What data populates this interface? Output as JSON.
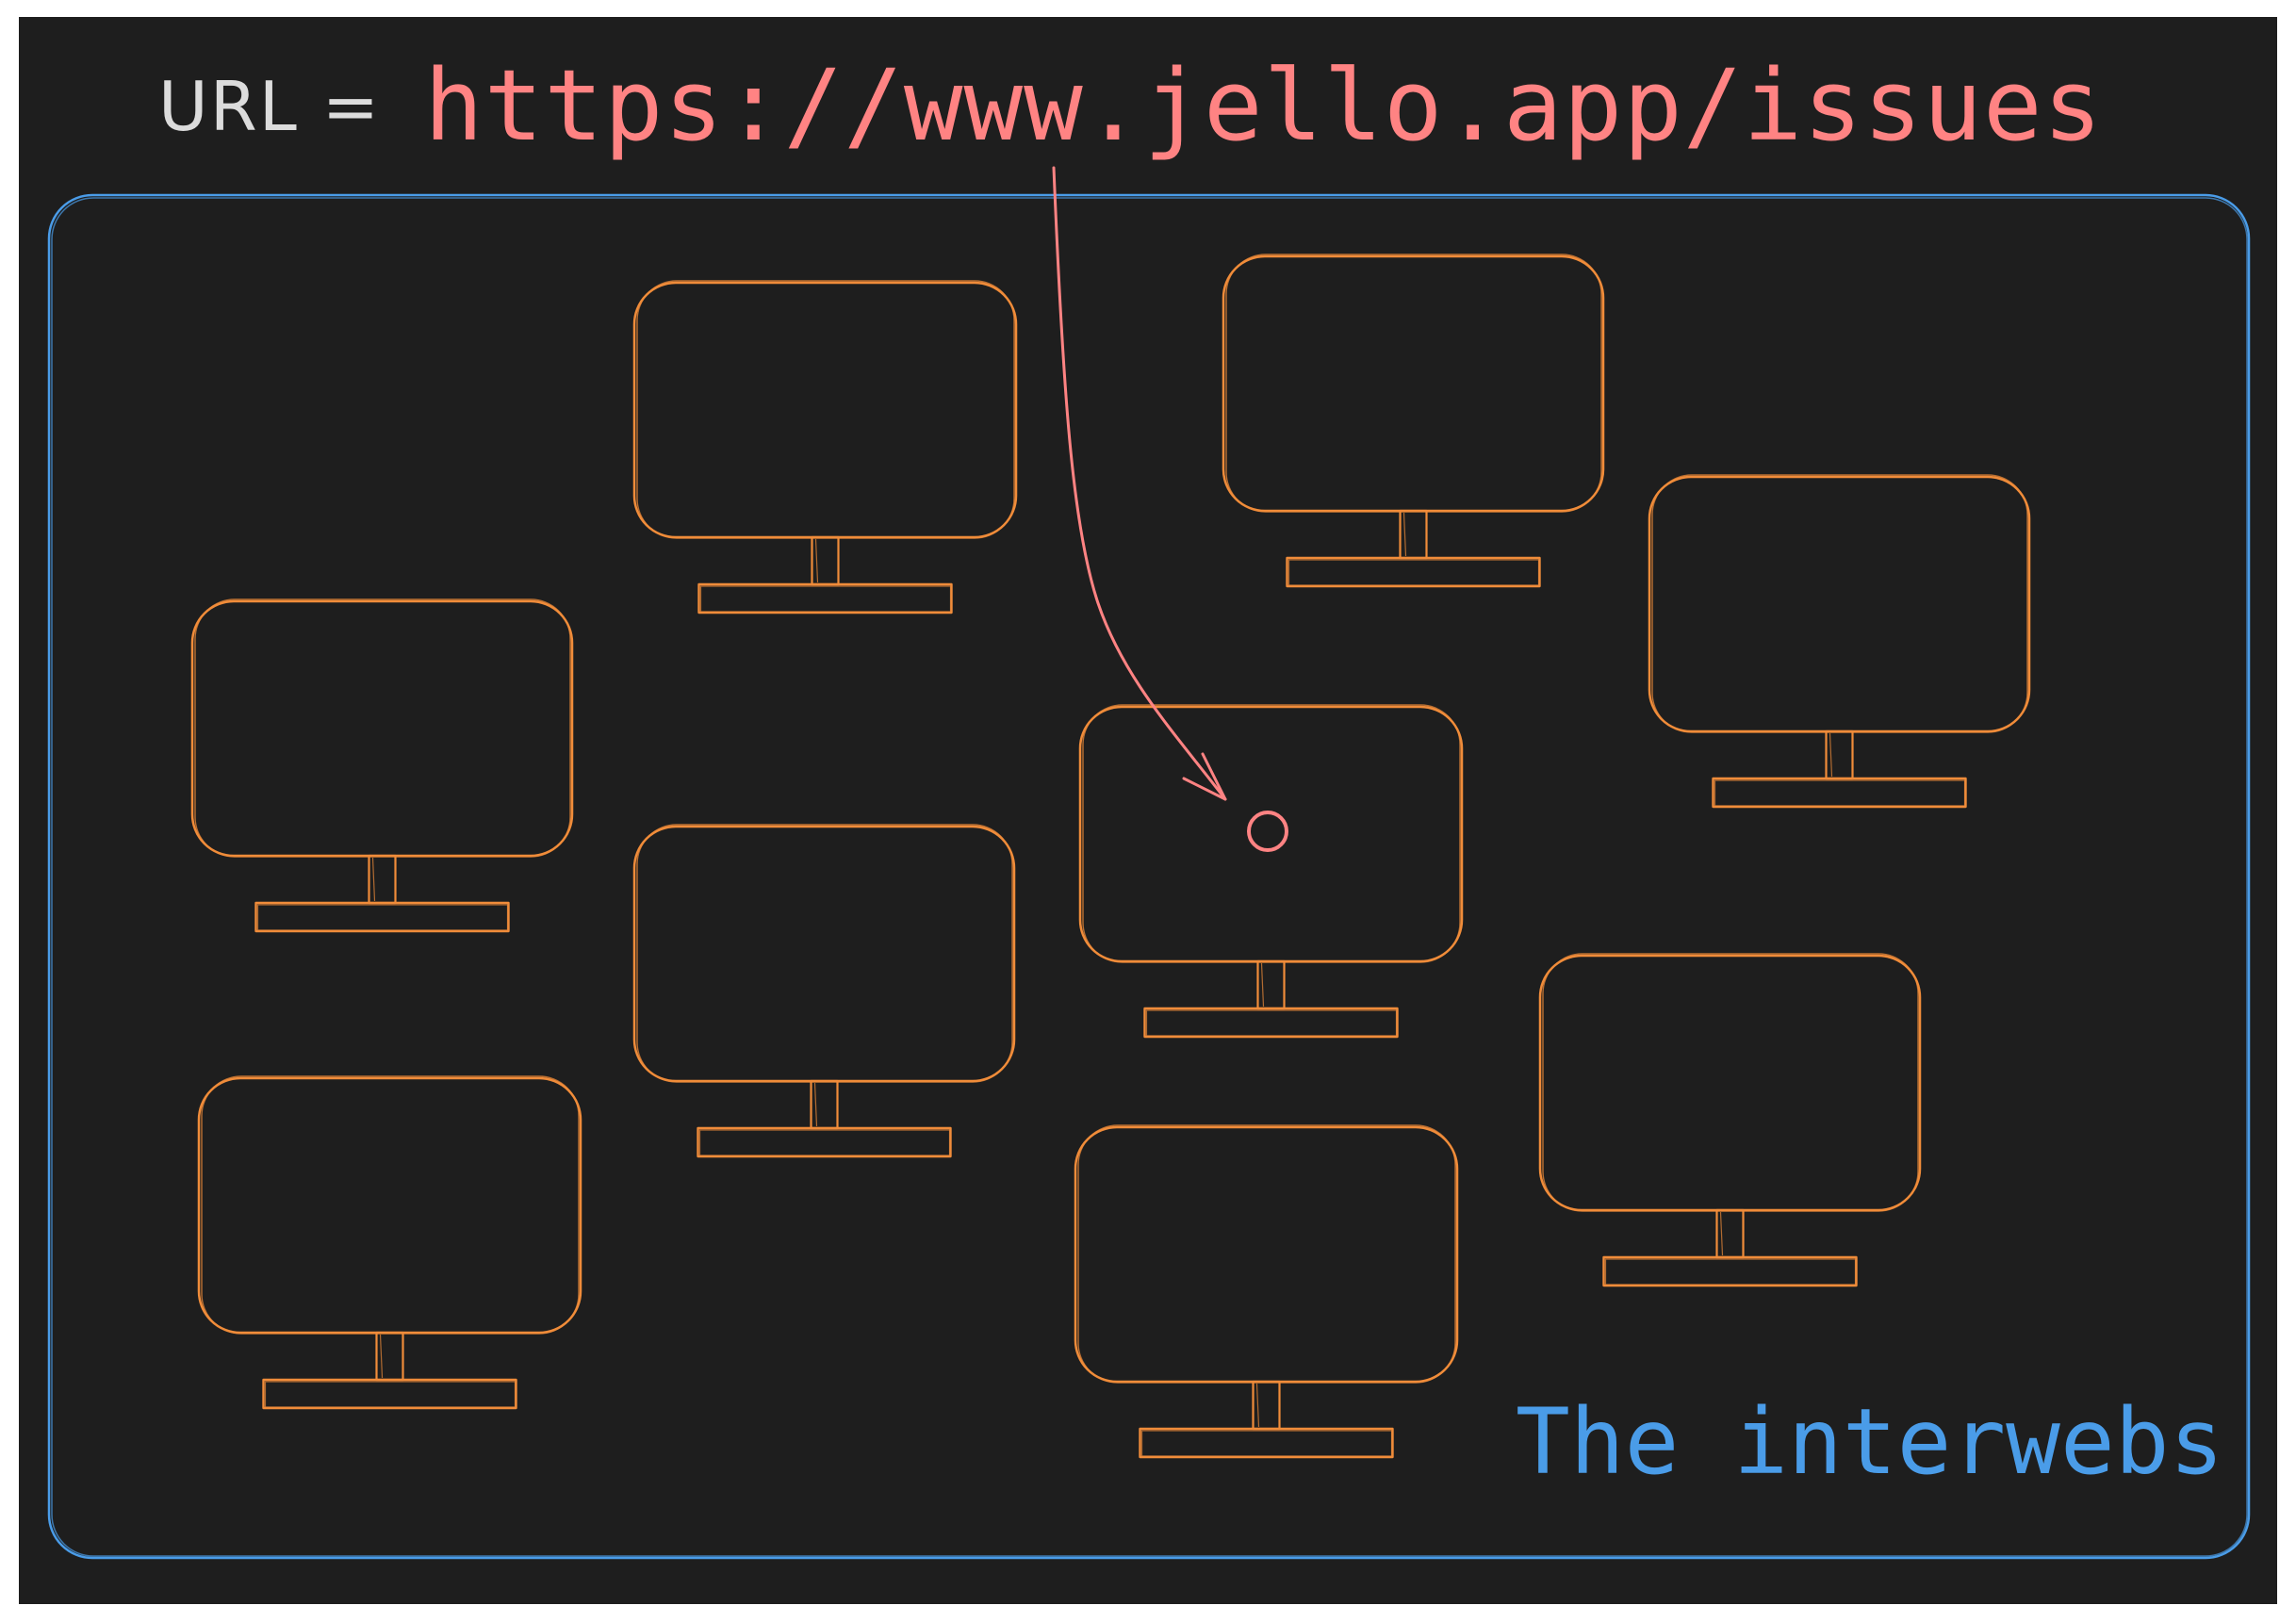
{
  "url": {
    "label": "URL =",
    "value": "https://www.jello.app/issues"
  },
  "region": {
    "label": "The interwebs"
  },
  "colors": {
    "background": "#1e1e1e",
    "url_label": "#dcdcdc",
    "url_value": "#ff8383",
    "region_border": "#4a9ce8",
    "computers": "#f08c3a",
    "arrow": "#ff8383"
  },
  "computers_count": 9,
  "target_computer_index": 5
}
